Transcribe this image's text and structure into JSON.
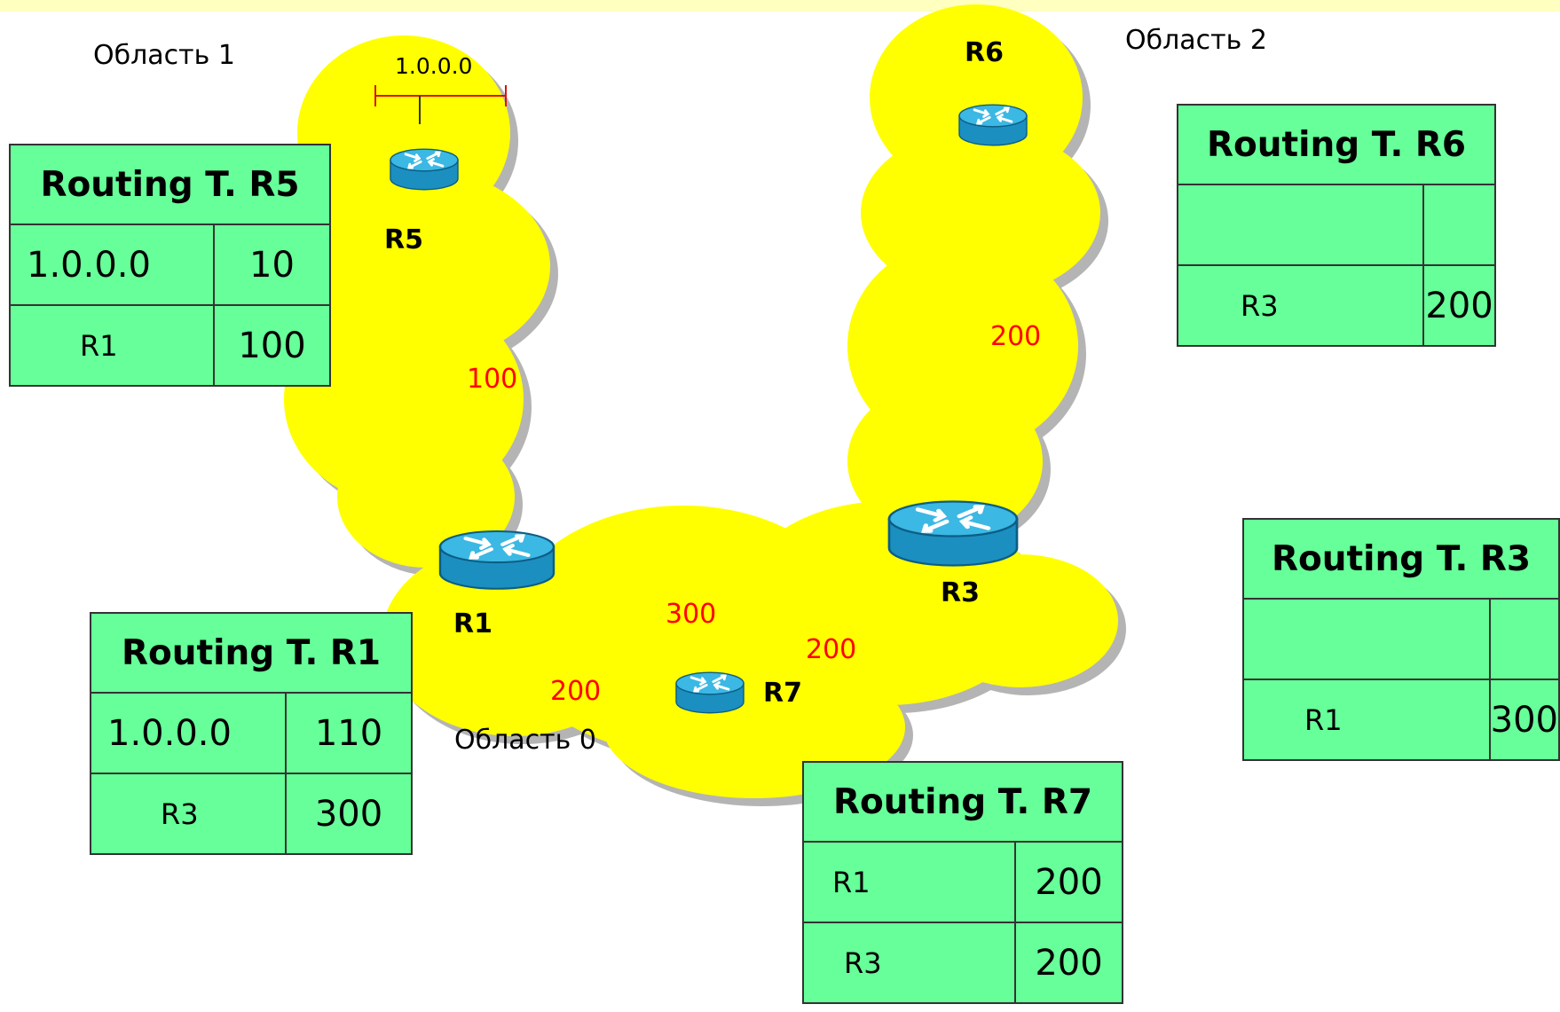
{
  "areas": {
    "area1": "Область 1",
    "area2": "Область 2",
    "area0": "Область 0"
  },
  "network": {
    "label": "1.0.0.0"
  },
  "routers": {
    "r1": "R1",
    "r3": "R3",
    "r5": "R5",
    "r6": "R6",
    "r7": "R7"
  },
  "costs": {
    "area1_link": "100",
    "area2_link": "200",
    "r1_r7_top": "300",
    "r1_r7": "200",
    "r7_r3": "200"
  },
  "colors": {
    "cloud": "#ffff00",
    "cloud_shadow": "#b4b4b4",
    "table_fill": "#66ff99",
    "cost_text": "#ff0000",
    "router_body": "#1fa0d0"
  },
  "tables": {
    "r5": {
      "title": "Routing T. R5",
      "rows": [
        {
          "dest": "1.0.0.0",
          "cost": "10"
        },
        {
          "dest": "R1",
          "cost": "100"
        }
      ]
    },
    "r6": {
      "title": "Routing T. R6",
      "rows": [
        {
          "dest": "",
          "cost": ""
        },
        {
          "dest": "R3",
          "cost": "200"
        }
      ]
    },
    "r1": {
      "title": "Routing T. R1",
      "rows": [
        {
          "dest": "1.0.0.0",
          "cost": "110"
        },
        {
          "dest": "R3",
          "cost": "300"
        }
      ]
    },
    "r3": {
      "title": "Routing T. R3",
      "rows": [
        {
          "dest": "",
          "cost": ""
        },
        {
          "dest": "R1",
          "cost": "300"
        }
      ]
    },
    "r7": {
      "title": "Routing T. R7",
      "rows": [
        {
          "dest": "R1",
          "cost": "200"
        },
        {
          "dest": "R3",
          "cost": "200"
        }
      ]
    }
  }
}
